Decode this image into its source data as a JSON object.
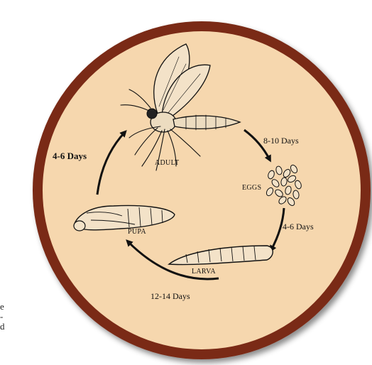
{
  "diagram": {
    "stages": {
      "adult": "ADULT",
      "eggs": "EGGS",
      "larva": "LARVA",
      "pupa": "PUPA"
    },
    "durations": {
      "adult_to_eggs": "8-10 Days",
      "eggs_to_larva": "4-6 Days",
      "larva_to_pupa": "12-14 Days",
      "pupa_to_adult": "4-6 Days"
    }
  },
  "edge_fragment": [
    "e",
    "-",
    "d"
  ],
  "colors": {
    "ring": "#7a2a15",
    "fill": "#f6d7ae",
    "ink": "#111111"
  }
}
